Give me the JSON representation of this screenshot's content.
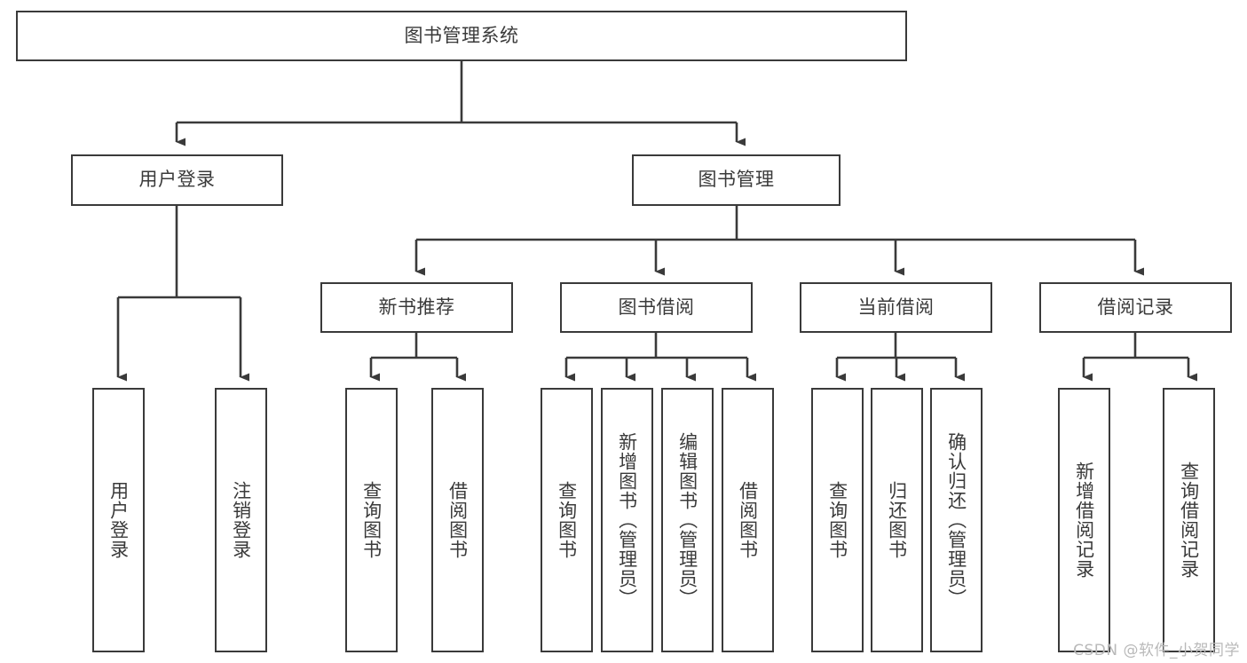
{
  "diagram": {
    "type": "hierarchy-tree",
    "title": "图书管理系统",
    "colors": {
      "stroke": "#3a3a3a",
      "fill": "#ffffff",
      "text": "#3a3a3a",
      "watermark": "#b9b9b9"
    },
    "root": {
      "label": "图书管理系统"
    },
    "level1": [
      {
        "label": "用户登录"
      },
      {
        "label": "图书管理"
      }
    ],
    "level2": [
      {
        "label": "新书推荐"
      },
      {
        "label": "图书借阅"
      },
      {
        "label": "当前借阅"
      },
      {
        "label": "借阅记录"
      }
    ],
    "leaves": {
      "user_login": [
        {
          "label": "用户登录"
        },
        {
          "label": "注销登录"
        }
      ],
      "new_book_recommend": [
        {
          "label": "查询图书"
        },
        {
          "label": "借阅图书"
        }
      ],
      "book_borrow": [
        {
          "label": "查询图书"
        },
        {
          "label": "新增图书（管理员）"
        },
        {
          "label": "编辑图书（管理员）"
        },
        {
          "label": "借阅图书"
        }
      ],
      "current_borrow": [
        {
          "label": "查询图书"
        },
        {
          "label": "归还图书"
        },
        {
          "label": "确认归还（管理员）"
        }
      ],
      "borrow_record": [
        {
          "label": "新增借阅记录"
        },
        {
          "label": "查询借阅记录"
        }
      ]
    }
  },
  "watermark": {
    "text": "CSDN @软件_小贺同学"
  }
}
